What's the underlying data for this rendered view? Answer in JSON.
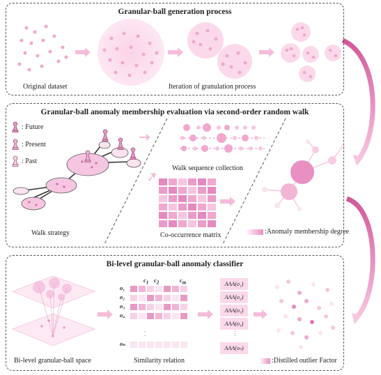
{
  "panel1": {
    "title": "Granular-ball generation process",
    "label_original": "Original dataset",
    "label_iteration": "Iteration of granulation process"
  },
  "panel2": {
    "title": "Granular-ball anomaly membership evaluation via second-order random walk",
    "legend_future": ": Future",
    "legend_present": ": Present",
    "legend_past": ": Past",
    "label_walk_strategy": "Walk strategy",
    "label_walk_sequence": "Walk sequence collection",
    "label_cooccurrence": "Co-occurrence matrix",
    "label_membership": ":Anomaly membership degree"
  },
  "panel3": {
    "title": "Bi-level granular-ball anomaly classifier",
    "label_space": "Bi-level granular-ball space",
    "label_similarity": "Similarity relation",
    "label_dof": ":Distilled outlier Factor",
    "col_c1": "c",
    "col_c1_sub": "1",
    "col_c2": "c",
    "col_c2_sub": "2",
    "col_cm": "c",
    "col_cm_sub": "m",
    "rows": [
      "o₁",
      "o₂",
      "o₃",
      "o₄",
      "oₙ"
    ],
    "aaa": [
      "AAA(o₁)",
      "AAA(o₂)",
      "AAA(o₃)",
      "AAA(o₃)",
      "AAA(oₙ)"
    ]
  },
  "colors": {
    "pink": "#f0a8cf",
    "pink_dark": "#e07ab4",
    "pink_light": "#fbe3ef"
  }
}
